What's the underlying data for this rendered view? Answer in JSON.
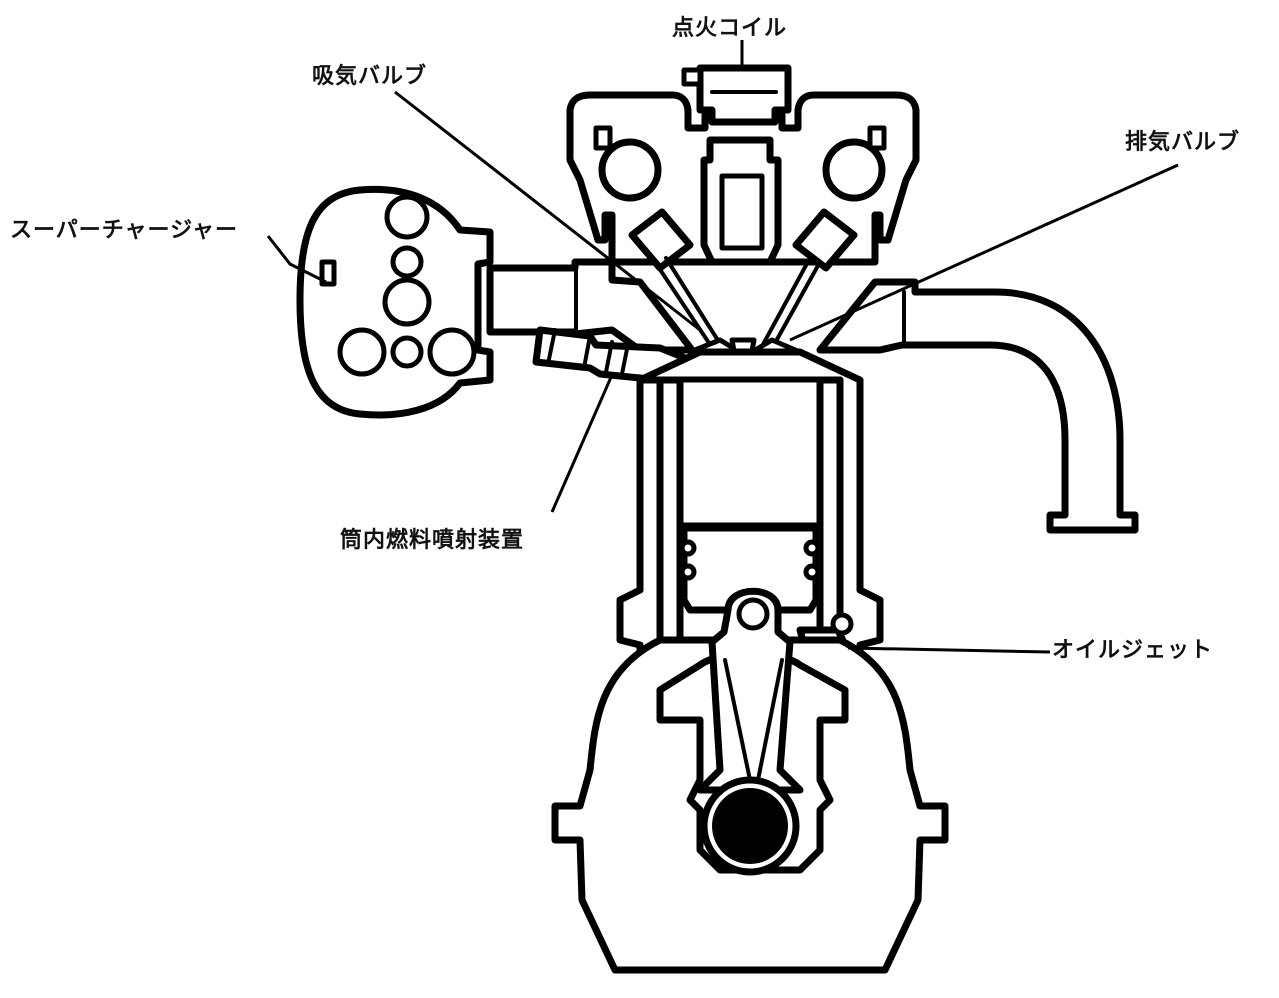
{
  "labels": {
    "ignition_coil": "点火コイル",
    "intake_valve": "吸気バルブ",
    "exhaust_valve": "排気バルブ",
    "supercharger": "スーパーチャージャー",
    "direct_injector": "筒内燃料噴射装置",
    "oil_jet": "オイルジェット"
  }
}
